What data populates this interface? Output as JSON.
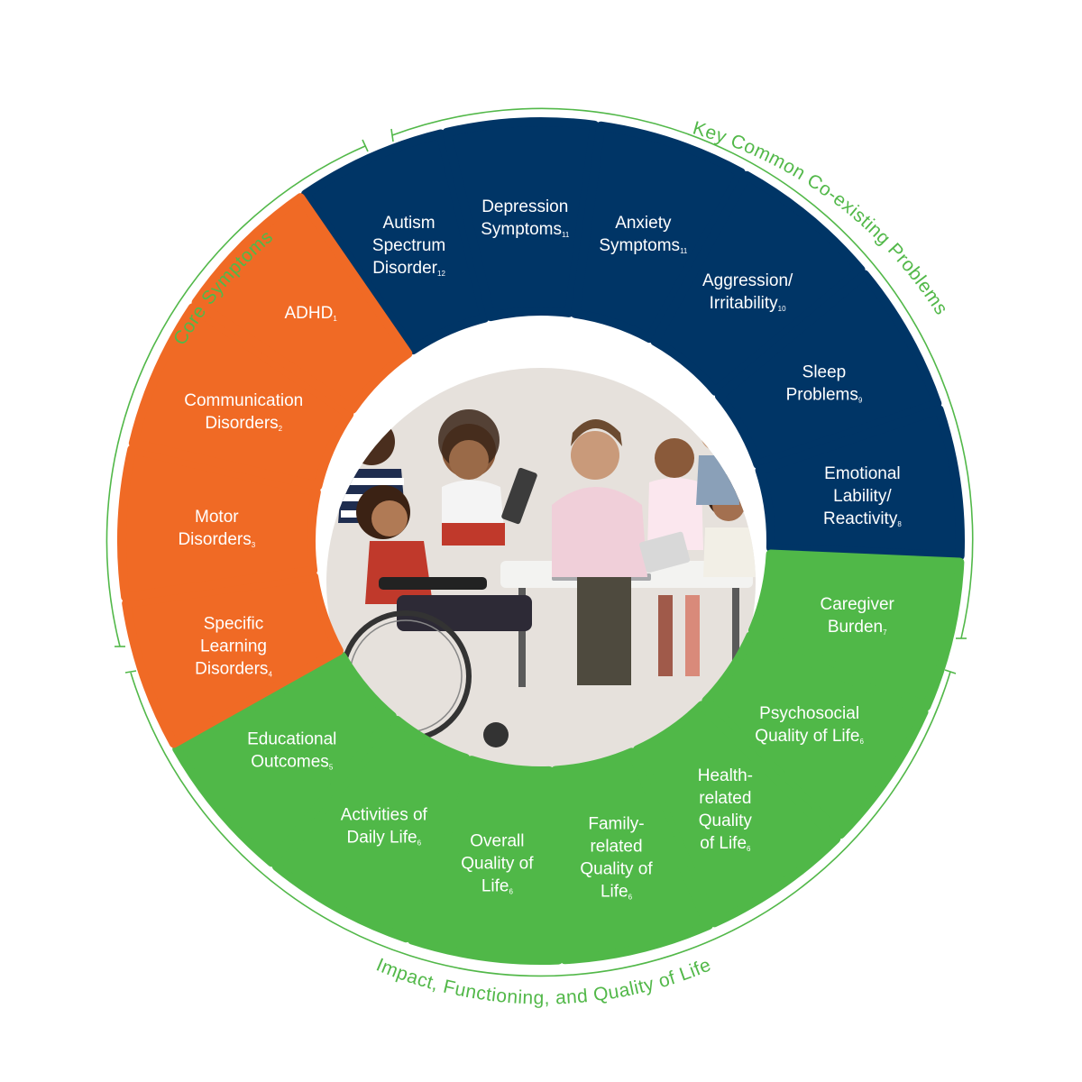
{
  "colors": {
    "core": "#f06a25",
    "coexisting": "#003566",
    "impact": "#50b848",
    "bracket": "#52b849",
    "photo_bg": "#e6e1dc"
  },
  "groups": {
    "core": "Core Symptoms",
    "coexisting": "Key Common Co-existing Problems",
    "impact": "Impact, Functioning, and Quality of Life"
  },
  "segments": [
    {
      "group": "coexisting",
      "lines": [
        "Autism",
        "Spectrum",
        "Disorder"
      ],
      "ref": "12"
    },
    {
      "group": "coexisting",
      "lines": [
        "Depression",
        "Symptoms"
      ],
      "ref": "11"
    },
    {
      "group": "coexisting",
      "lines": [
        "Anxiety",
        "Symptoms"
      ],
      "ref": "11"
    },
    {
      "group": "coexisting",
      "lines": [
        "Aggression/",
        "Irritability"
      ],
      "ref": "10"
    },
    {
      "group": "coexisting",
      "lines": [
        "Sleep",
        "Problems"
      ],
      "ref": "9"
    },
    {
      "group": "coexisting",
      "lines": [
        "Emotional",
        "Lability/",
        "Reactivity"
      ],
      "ref": "8"
    },
    {
      "group": "impact",
      "lines": [
        "Caregiver",
        "Burden"
      ],
      "ref": "7"
    },
    {
      "group": "impact",
      "lines": [
        "Psychosocial",
        "Quality of Life"
      ],
      "ref": "6"
    },
    {
      "group": "impact",
      "lines": [
        "Health-",
        "related",
        "Quality",
        "of Life"
      ],
      "ref": "6"
    },
    {
      "group": "impact",
      "lines": [
        "Family-",
        "related",
        "Quality of",
        "Life"
      ],
      "ref": "6"
    },
    {
      "group": "impact",
      "lines": [
        "Overall",
        "Quality of",
        "Life"
      ],
      "ref": "6"
    },
    {
      "group": "impact",
      "lines": [
        "Activities of",
        "Daily Life"
      ],
      "ref": "6"
    },
    {
      "group": "impact",
      "lines": [
        "Educational",
        "Outcomes"
      ],
      "ref": "5"
    },
    {
      "group": "core",
      "lines": [
        "Specific",
        "Learning",
        "Disorders"
      ],
      "ref": "4"
    },
    {
      "group": "core",
      "lines": [
        "Motor",
        "Disorders"
      ],
      "ref": "3"
    },
    {
      "group": "core",
      "lines": [
        "Communication",
        "Disorders"
      ],
      "ref": "2"
    },
    {
      "group": "core",
      "lines": [
        "ADHD"
      ],
      "ref": "1"
    }
  ],
  "center_image": {
    "alt": "Teacher with a group of children around a table with a laptop and a tablet, one child in a wheelchair"
  }
}
